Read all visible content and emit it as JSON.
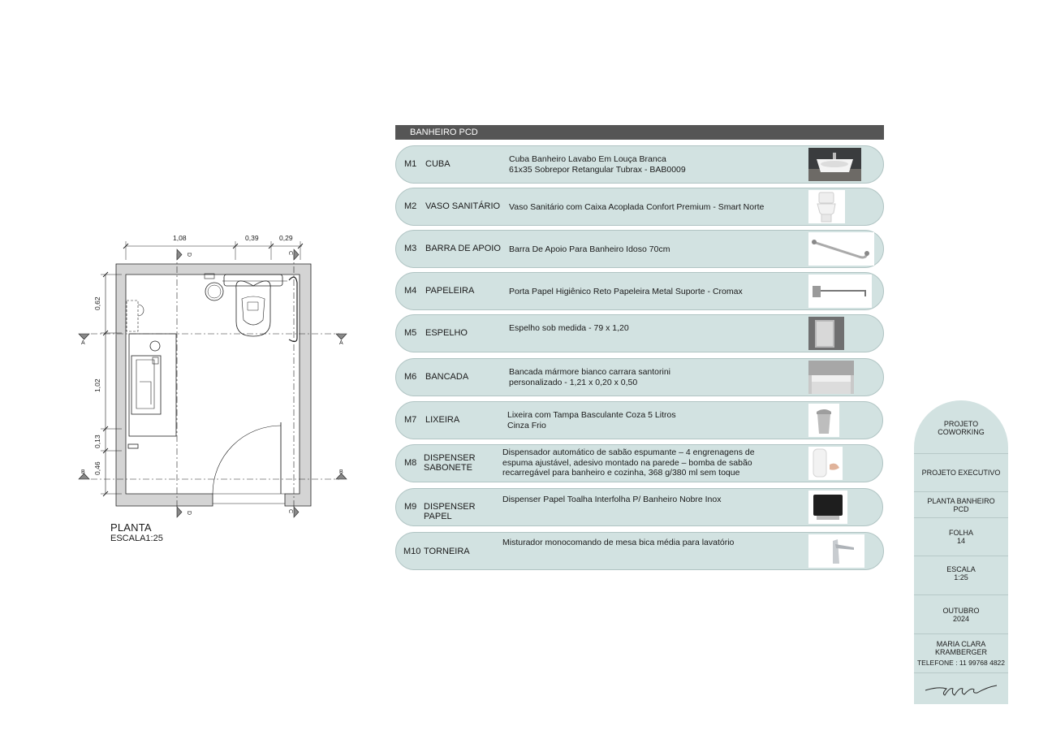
{
  "plan": {
    "title": "PLANTA",
    "scale": "ESCALA1:25",
    "dimensions": {
      "top": [
        "1,08",
        "0,39",
        "0,29"
      ],
      "left": [
        "0,62",
        "1,02",
        "0,13",
        "0,46"
      ]
    },
    "section_marks": {
      "a": "A",
      "b": "B",
      "c": "C",
      "d": "D"
    }
  },
  "schedule": {
    "header": "BANHEIRO PCD",
    "items": [
      {
        "code": "M1",
        "name": "CUBA",
        "desc": [
          "Cuba Banheiro Lavabo Em Louça Branca",
          "61x35 Sobrepor Retangular Tubrax - BAB0009"
        ],
        "icon": "sink-photo"
      },
      {
        "code": "M2",
        "name": "VASO SANITÁRIO",
        "desc": [
          "Vaso Sanitário com Caixa Acoplada Confort Premium - Smart Norte"
        ],
        "icon": "toilet-photo"
      },
      {
        "code": "M3",
        "name": "BARRA DE APOIO",
        "desc": [
          "Barra De Apoio Para Banheiro Idoso 70cm"
        ],
        "icon": "grab-bar-photo"
      },
      {
        "code": "M4",
        "name": "PAPELEIRA",
        "desc": [
          "Porta Papel Higiênico Reto Papeleira Metal Suporte - Cromax"
        ],
        "icon": "paper-holder-photo"
      },
      {
        "code": "M5",
        "name": "ESPELHO",
        "desc": [
          "Espelho sob medida - 79 x 1,20"
        ],
        "icon": "mirror-photo"
      },
      {
        "code": "M6",
        "name": "BANCADA",
        "desc": [
          "Bancada mármore bianco carrara santorini",
          "personalizado - 1,21 x 0,20 x 0,50"
        ],
        "icon": "countertop-photo"
      },
      {
        "code": "M7",
        "name": "LIXEIRA",
        "desc": [
          "Lixeira com Tampa Basculante Coza 5 Litros",
          "Cinza Frio"
        ],
        "icon": "trash-bin-photo"
      },
      {
        "code": "M8",
        "name": [
          "DISPENSER",
          "SABONETE"
        ],
        "desc": [
          "Dispensador automático de sabão espumante – 4 engrenagens de",
          "espuma ajustável, adesivo montado na parede – bomba de sabão",
          "recarregável para banheiro e cozinha, 368 g/380 ml sem toque"
        ],
        "icon": "soap-dispenser-photo"
      },
      {
        "code": "M9",
        "name": [
          "DISPENSER",
          "PAPEL"
        ],
        "desc": [
          "Dispenser Papel Toalha Interfolha P/ Banheiro Nobre Inox"
        ],
        "icon": "towel-dispenser-photo"
      },
      {
        "code": "M10",
        "name": "TORNEIRA",
        "desc": [
          "Misturador monocomando de mesa bica média para lavatório"
        ],
        "icon": "faucet-photo"
      }
    ]
  },
  "title_block": {
    "project": [
      "PROJETO",
      "COWORKING"
    ],
    "phase": "PROJETO EXECUTIVO",
    "drawing": [
      "PLANTA BANHEIRO",
      "PCD"
    ],
    "sheet": [
      "FOLHA",
      "14"
    ],
    "scale": [
      "ESCALA",
      "1:25"
    ],
    "date": [
      "OUTUBRO",
      "2024"
    ],
    "author": [
      "MARIA CLARA",
      "KRAMBERGER"
    ],
    "phone": "TELEFONE : 11 99768 4822",
    "signature_icon": "signature-icon"
  },
  "colors": {
    "accent": "#d2e2e1",
    "header": "#555555",
    "wall": "#d4d4d4",
    "line": "#1b1b1b"
  }
}
